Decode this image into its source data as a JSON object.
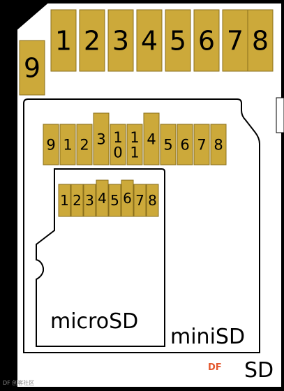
{
  "colors": {
    "background": "#000000",
    "card": "#ffffff",
    "pin_fill": "#cca93a",
    "pin_stroke": "#8a6f1c",
    "outline": "#000000",
    "watermark": "#e4572e"
  },
  "sd_pins": [
    "1",
    "2",
    "3",
    "4",
    "5",
    "6",
    "7",
    "8"
  ],
  "sd_pin_9": "9",
  "minisd_pins": [
    "9",
    "1",
    "2",
    "3",
    "1\n0",
    "1\n1",
    "4",
    "5",
    "6",
    "7",
    "8"
  ],
  "microsd_pins": [
    "1",
    "2",
    "3",
    "4",
    "5",
    "6",
    "7",
    "8"
  ],
  "labels": {
    "microsd": "microSD",
    "minisd": "miniSD",
    "sd": "SD",
    "watermark": "DF",
    "watermark_corner": "DF 创客社区"
  }
}
